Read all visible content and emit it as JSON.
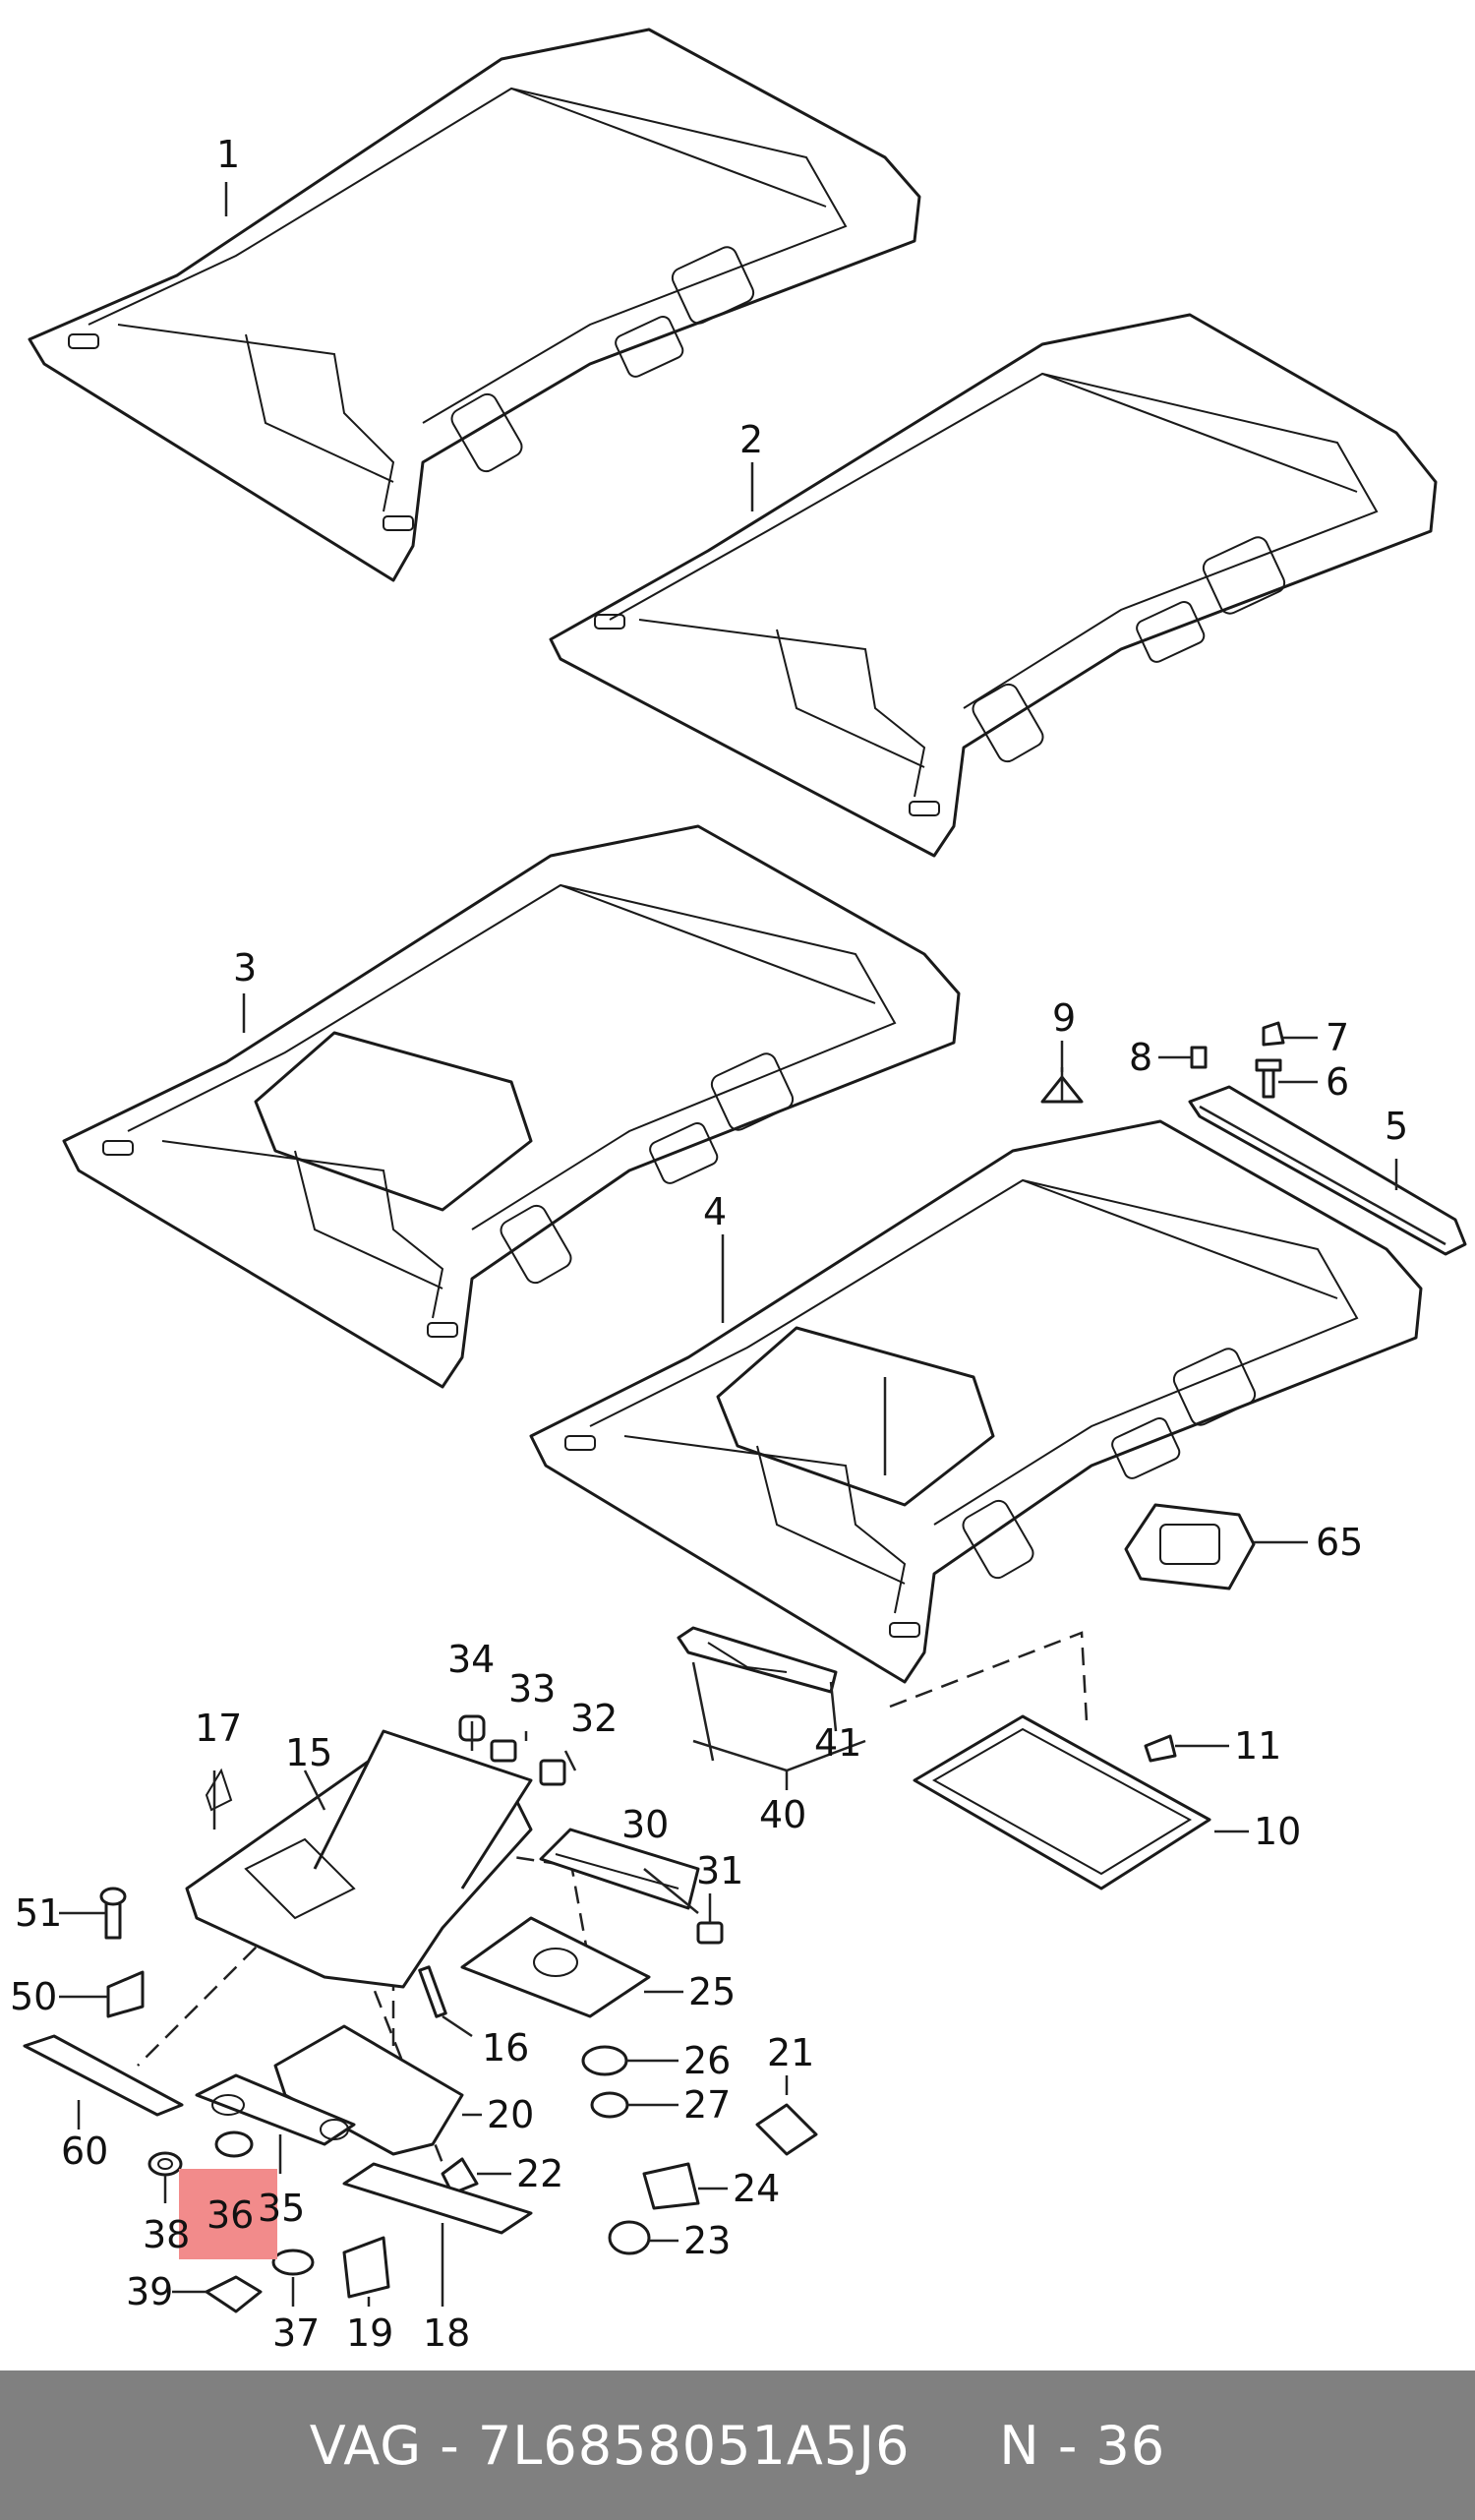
{
  "footer": {
    "brand": "VAG",
    "separator": "-",
    "part_number": "7L6858051A5J6",
    "ref_prefix": "N",
    "ref_separator": "-",
    "ref_number": "36"
  },
  "highlight": {
    "label": "36",
    "color": "#f28b8b"
  },
  "callouts": [
    {
      "id": "1",
      "text": "1"
    },
    {
      "id": "2",
      "text": "2"
    },
    {
      "id": "3",
      "text": "3"
    },
    {
      "id": "4",
      "text": "4"
    },
    {
      "id": "5",
      "text": "5"
    },
    {
      "id": "6",
      "text": "6"
    },
    {
      "id": "7",
      "text": "7"
    },
    {
      "id": "8",
      "text": "8"
    },
    {
      "id": "9",
      "text": "9"
    },
    {
      "id": "10",
      "text": "10"
    },
    {
      "id": "11",
      "text": "11"
    },
    {
      "id": "15",
      "text": "15"
    },
    {
      "id": "16",
      "text": "16"
    },
    {
      "id": "17",
      "text": "17"
    },
    {
      "id": "18",
      "text": "18"
    },
    {
      "id": "19",
      "text": "19"
    },
    {
      "id": "20",
      "text": "20"
    },
    {
      "id": "21",
      "text": "21"
    },
    {
      "id": "22",
      "text": "22"
    },
    {
      "id": "23",
      "text": "23"
    },
    {
      "id": "24",
      "text": "24"
    },
    {
      "id": "25",
      "text": "25"
    },
    {
      "id": "26",
      "text": "26"
    },
    {
      "id": "27",
      "text": "27"
    },
    {
      "id": "30",
      "text": "30"
    },
    {
      "id": "31",
      "text": "31"
    },
    {
      "id": "32",
      "text": "32"
    },
    {
      "id": "33",
      "text": "33"
    },
    {
      "id": "34",
      "text": "34"
    },
    {
      "id": "35",
      "text": "35"
    },
    {
      "id": "37",
      "text": "37"
    },
    {
      "id": "38",
      "text": "38"
    },
    {
      "id": "39",
      "text": "39"
    },
    {
      "id": "40",
      "text": "40"
    },
    {
      "id": "41",
      "text": "41"
    },
    {
      "id": "50",
      "text": "50"
    },
    {
      "id": "51",
      "text": "51"
    },
    {
      "id": "60",
      "text": "60"
    },
    {
      "id": "65",
      "text": "65"
    }
  ]
}
